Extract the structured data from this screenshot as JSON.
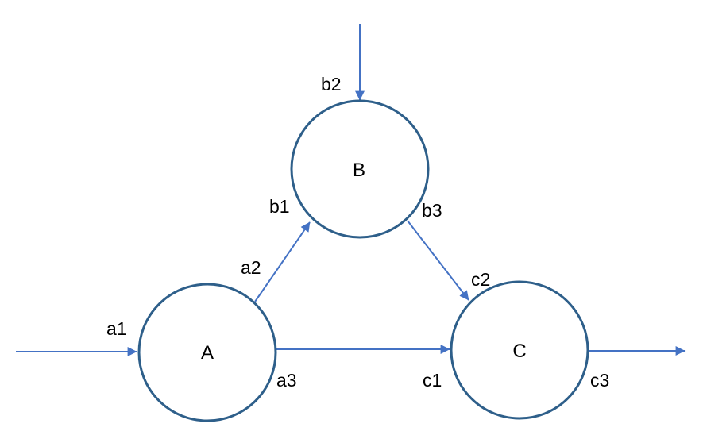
{
  "colors": {
    "node_stroke": "#2E5F8A",
    "edge": "#4472C4",
    "text": "#000000",
    "background": "#FFFFFF"
  },
  "nodes": {
    "A": {
      "label": "A"
    },
    "B": {
      "label": "B"
    },
    "C": {
      "label": "C"
    }
  },
  "ports": {
    "a1": "a1",
    "a2": "a2",
    "a3": "a3",
    "b1": "b1",
    "b2": "b2",
    "b3": "b3",
    "c1": "c1",
    "c2": "c2",
    "c3": "c3"
  },
  "edges": [
    {
      "from": "external",
      "to": "A",
      "from_port": "",
      "to_port": "a1"
    },
    {
      "from": "A",
      "to": "B",
      "from_port": "a2",
      "to_port": "b1"
    },
    {
      "from": "external",
      "to": "B",
      "from_port": "",
      "to_port": "b2"
    },
    {
      "from": "B",
      "to": "C",
      "from_port": "b3",
      "to_port": "c2"
    },
    {
      "from": "A",
      "to": "C",
      "from_port": "a3",
      "to_port": "c1"
    },
    {
      "from": "C",
      "to": "external",
      "from_port": "c3",
      "to_port": ""
    }
  ]
}
